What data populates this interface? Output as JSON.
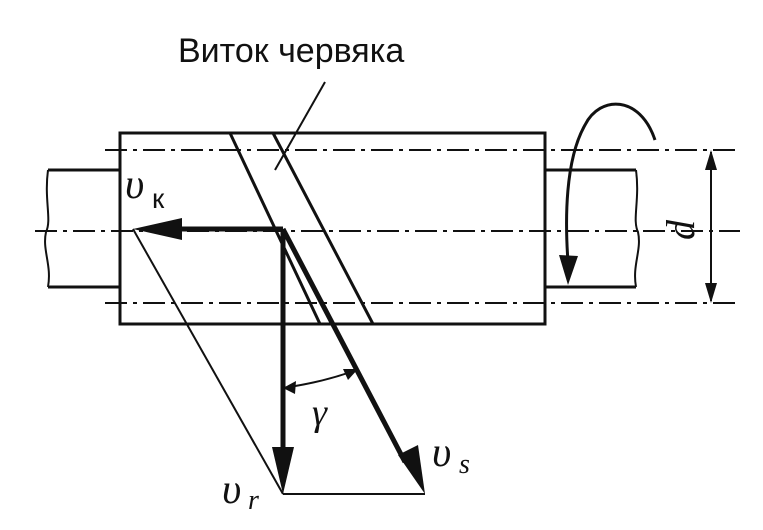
{
  "labels": {
    "worm_turn": "Виток червяка",
    "diameter": "d",
    "angle": "γ",
    "v_k_main": "υ",
    "v_k_sub": "к",
    "v_r_main": "υ",
    "v_r_sub": "r",
    "v_s_main": "υ",
    "v_s_sub": "s"
  },
  "colors": {
    "line": "#111111",
    "background": "#ffffff"
  }
}
